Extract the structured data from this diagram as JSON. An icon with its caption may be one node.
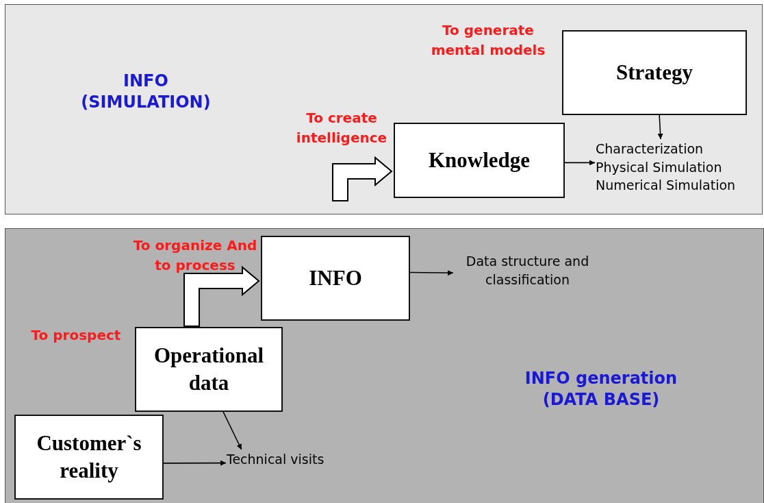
{
  "diagram": {
    "nodes": [
      {
        "text": [
          "INFO (SIMULATION)"
        ]
      },
      {
        "text": [
          "Strategy"
        ],
        "in": 0
      },
      {
        "text": [
          "Knowledge"
        ],
        "in": 0
      },
      {
        "text": [
          "Characterization Physical Simulation Numerical Simulation"
        ],
        "in": 0
      },
      {
        "text": [
          "INFO generation (DATA BASE)"
        ]
      },
      {
        "text": [
          "INFO"
        ],
        "in": 4
      },
      {
        "text": [
          "Data structure and classification"
        ],
        "in": 4
      },
      {
        "text": [
          "Operational data"
        ],
        "in": 4,
        "beside": [
          "To prospect"
        ]
      },
      {
        "text": [
          "Customer`s reality"
        ],
        "in": 4
      },
      {
        "text": [
          "Technical visits"
        ],
        "in": 4
      }
    ],
    "edges": [
      {
        "from": 1,
        "to": 3,
        "arrow": "to"
      },
      {
        "from": 2,
        "to": 3,
        "arrow": "to"
      },
      {
        "from": null,
        "to": 2,
        "arrow": "to",
        "style": "thick",
        "label": "To create intelligence"
      },
      {
        "from": 5,
        "to": 6,
        "arrow": "to"
      },
      {
        "from": 7,
        "to": 5,
        "arrow": "to",
        "style": "thick",
        "label": "To organize And to process"
      },
      {
        "from": 7,
        "to": 9,
        "arrow": "to"
      },
      {
        "from": 8,
        "to": 9,
        "arrow": "to"
      }
    ],
    "labels": [
      "To generate mental models"
    ]
  }
}
